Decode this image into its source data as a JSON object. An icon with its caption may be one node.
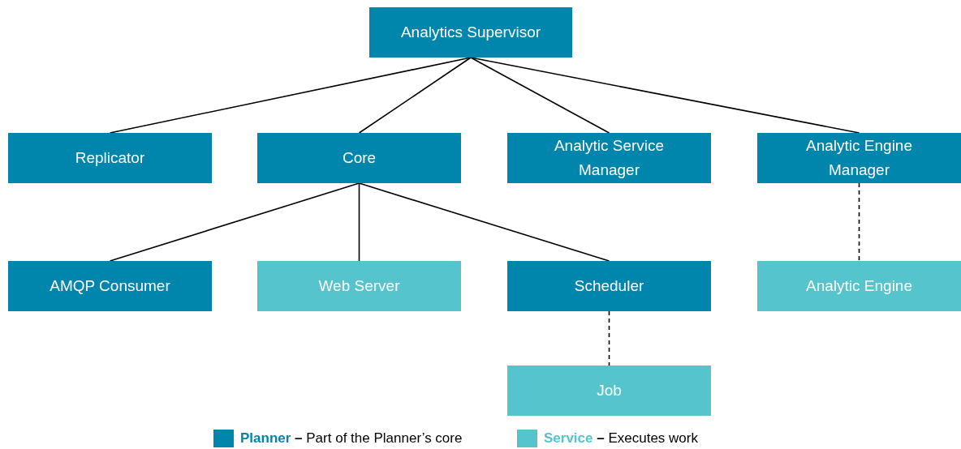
{
  "diagram": {
    "nodes": [
      {
        "text": [
          "Analytics Supervisor"
        ]
      },
      {
        "text": [
          "Replicator"
        ]
      },
      {
        "text": [
          "Core"
        ]
      },
      {
        "text": [
          "Analytic Service Manager"
        ]
      },
      {
        "text": [
          "Analytic Engine Manager"
        ]
      },
      {
        "text": [
          "AMQP Consumer"
        ]
      },
      {
        "text": [
          "Web Server"
        ]
      },
      {
        "text": [
          "Scheduler"
        ]
      },
      {
        "text": [
          "Analytic Engine"
        ]
      },
      {
        "text": [
          "Job"
        ]
      }
    ],
    "edges": [
      {
        "from": 0,
        "to": 1,
        "arrow": "none"
      },
      {
        "from": 0,
        "to": 2,
        "arrow": "none"
      },
      {
        "from": 0,
        "to": 3,
        "arrow": "none"
      },
      {
        "from": 0,
        "to": 4,
        "arrow": "none"
      },
      {
        "from": 2,
        "to": 5,
        "arrow": "none"
      },
      {
        "from": 2,
        "to": 6,
        "arrow": "none"
      },
      {
        "from": 2,
        "to": 7,
        "arrow": "none"
      },
      {
        "from": 4,
        "to": 8,
        "arrow": "none",
        "style": "dashed"
      },
      {
        "from": 7,
        "to": 9,
        "arrow": "none",
        "style": "dashed"
      }
    ],
    "legend": [
      {
        "text": "**Planner** **–** Part of the Planner’s core",
        "color": "#0085ad"
      },
      {
        "text": "**Service** **–** Executes work",
        "color": "#55c4cc"
      }
    ]
  }
}
